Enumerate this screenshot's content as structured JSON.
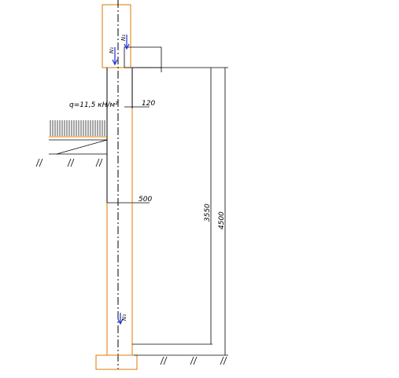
{
  "load_label": "q=11,5 кН/м²",
  "dim_top_width": "120",
  "dim_bottom_width": "500",
  "dim_height_inner": "3550",
  "dim_height_total": "4500",
  "force_top_1": "N₁",
  "force_top_2": "N₂",
  "force_bottom": "N₃",
  "colors": {
    "line": "#000000",
    "outline": "#e07800",
    "force": "#1a2fd6"
  },
  "icons": [
    "hatch-masonry",
    "ground-hatch-icon",
    "force-arrow-icon"
  ]
}
